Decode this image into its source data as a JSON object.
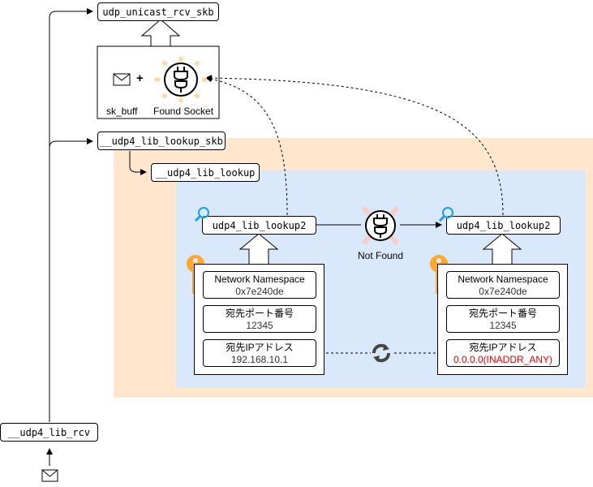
{
  "functions": {
    "udp_unicast_rcv_skb": "udp_unicast_rcv_skb",
    "udp4_lib_lookup_skb": "__udp4_lib_lookup_skb",
    "udp4_lib_lookup": "__udp4_lib_lookup",
    "udp4_lib_lookup2_left": "udp4_lib_lookup2",
    "udp4_lib_lookup2_right": "udp4_lib_lookup2",
    "udp4_lib_rcv": "__udp4_lib_rcv"
  },
  "result_box": {
    "sk_buff_label": "sk_buff",
    "plus": "+",
    "found_socket_label": "Found Socket"
  },
  "not_found_label": "Not Found",
  "left_key": {
    "rows": [
      {
        "key": "Network Namespace",
        "value": "0x7e240de"
      },
      {
        "key": "宛先ポート番号",
        "value": "12345"
      },
      {
        "key": "宛先IPアドレス",
        "value": "192.168.10.1"
      }
    ]
  },
  "right_key": {
    "rows": [
      {
        "key": "Network Namespace",
        "value": "0x7e240de"
      },
      {
        "key": "宛先ポート番号",
        "value": "12345"
      },
      {
        "key": "宛先IPアドレス",
        "value": "0.0.0.0(INADDR_ANY)"
      }
    ]
  },
  "colors": {
    "outer_region": "#ffe6cc",
    "inner_region": "#dae8fc",
    "key_icon": "#ffa733",
    "search_icon": "#1ba1e2",
    "inaddr_any": "#e60000",
    "not_found_cross": "#f8cecc"
  }
}
